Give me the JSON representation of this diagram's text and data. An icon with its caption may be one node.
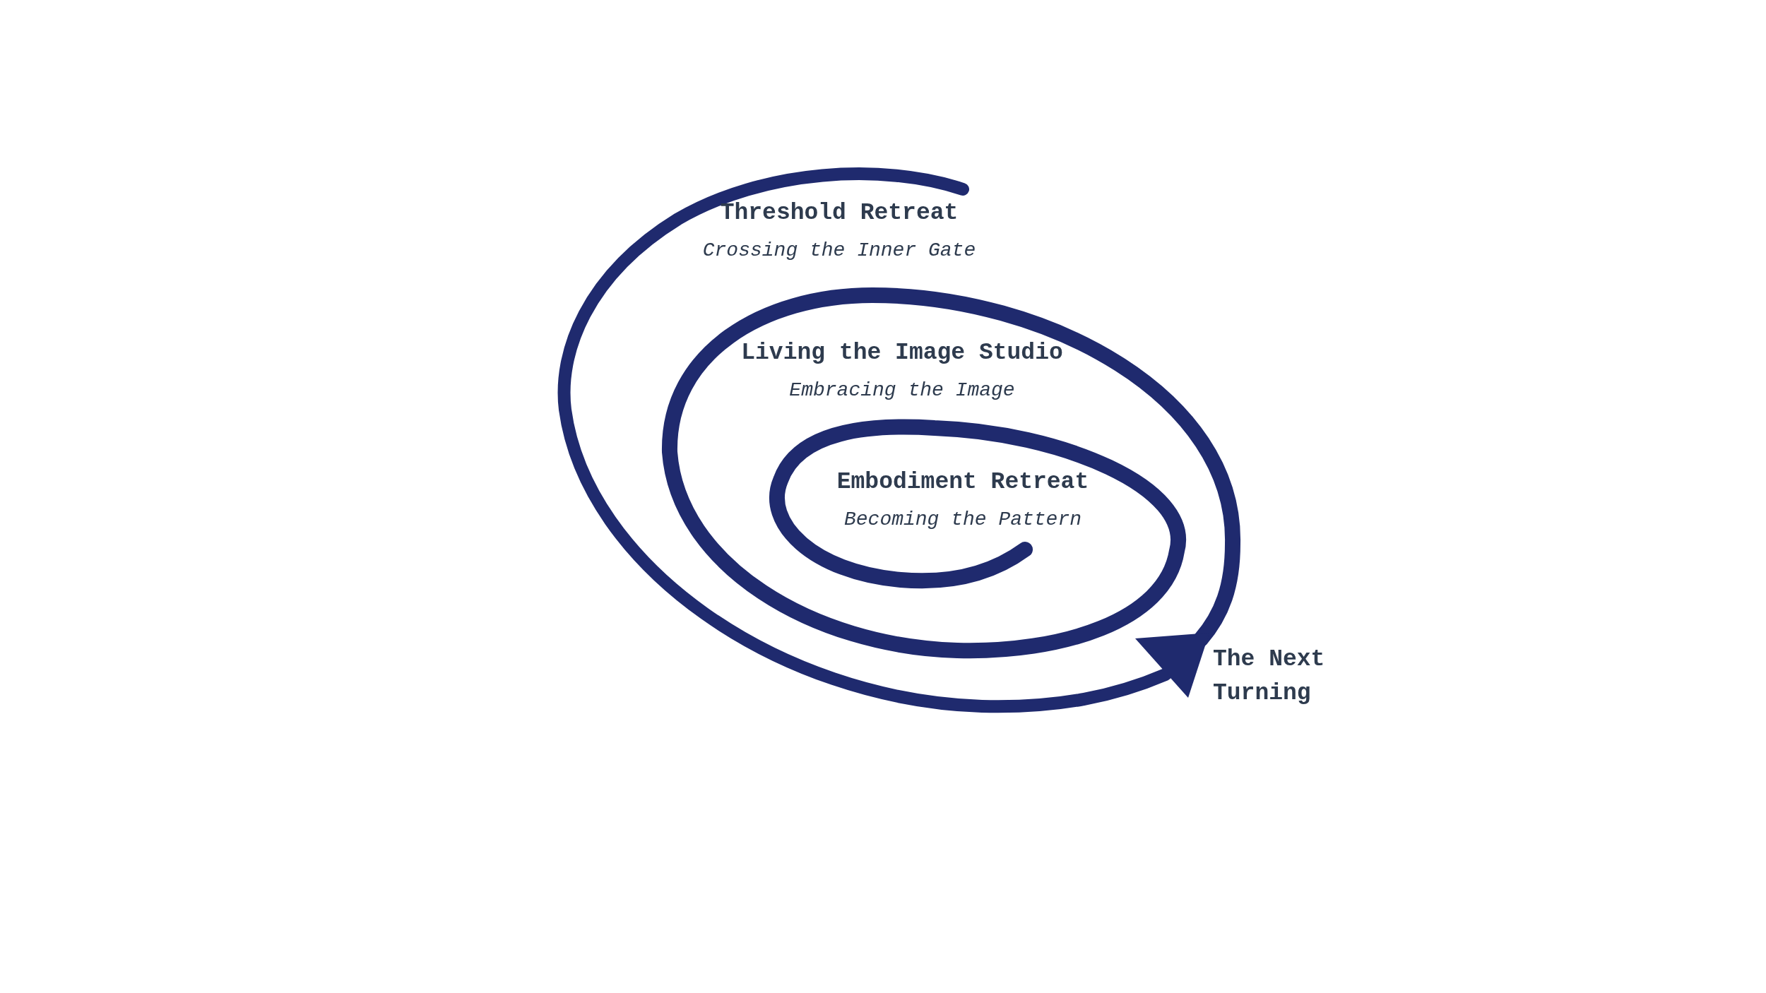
{
  "diagram": {
    "labels": [
      "Threshold Retreat",
      "Crossing the Inner Gate",
      "Living the Image Studio",
      "Embracing the Image",
      "Embodiment Retreat",
      "Becoming the Pattern",
      "The Next Turning"
    ]
  }
}
